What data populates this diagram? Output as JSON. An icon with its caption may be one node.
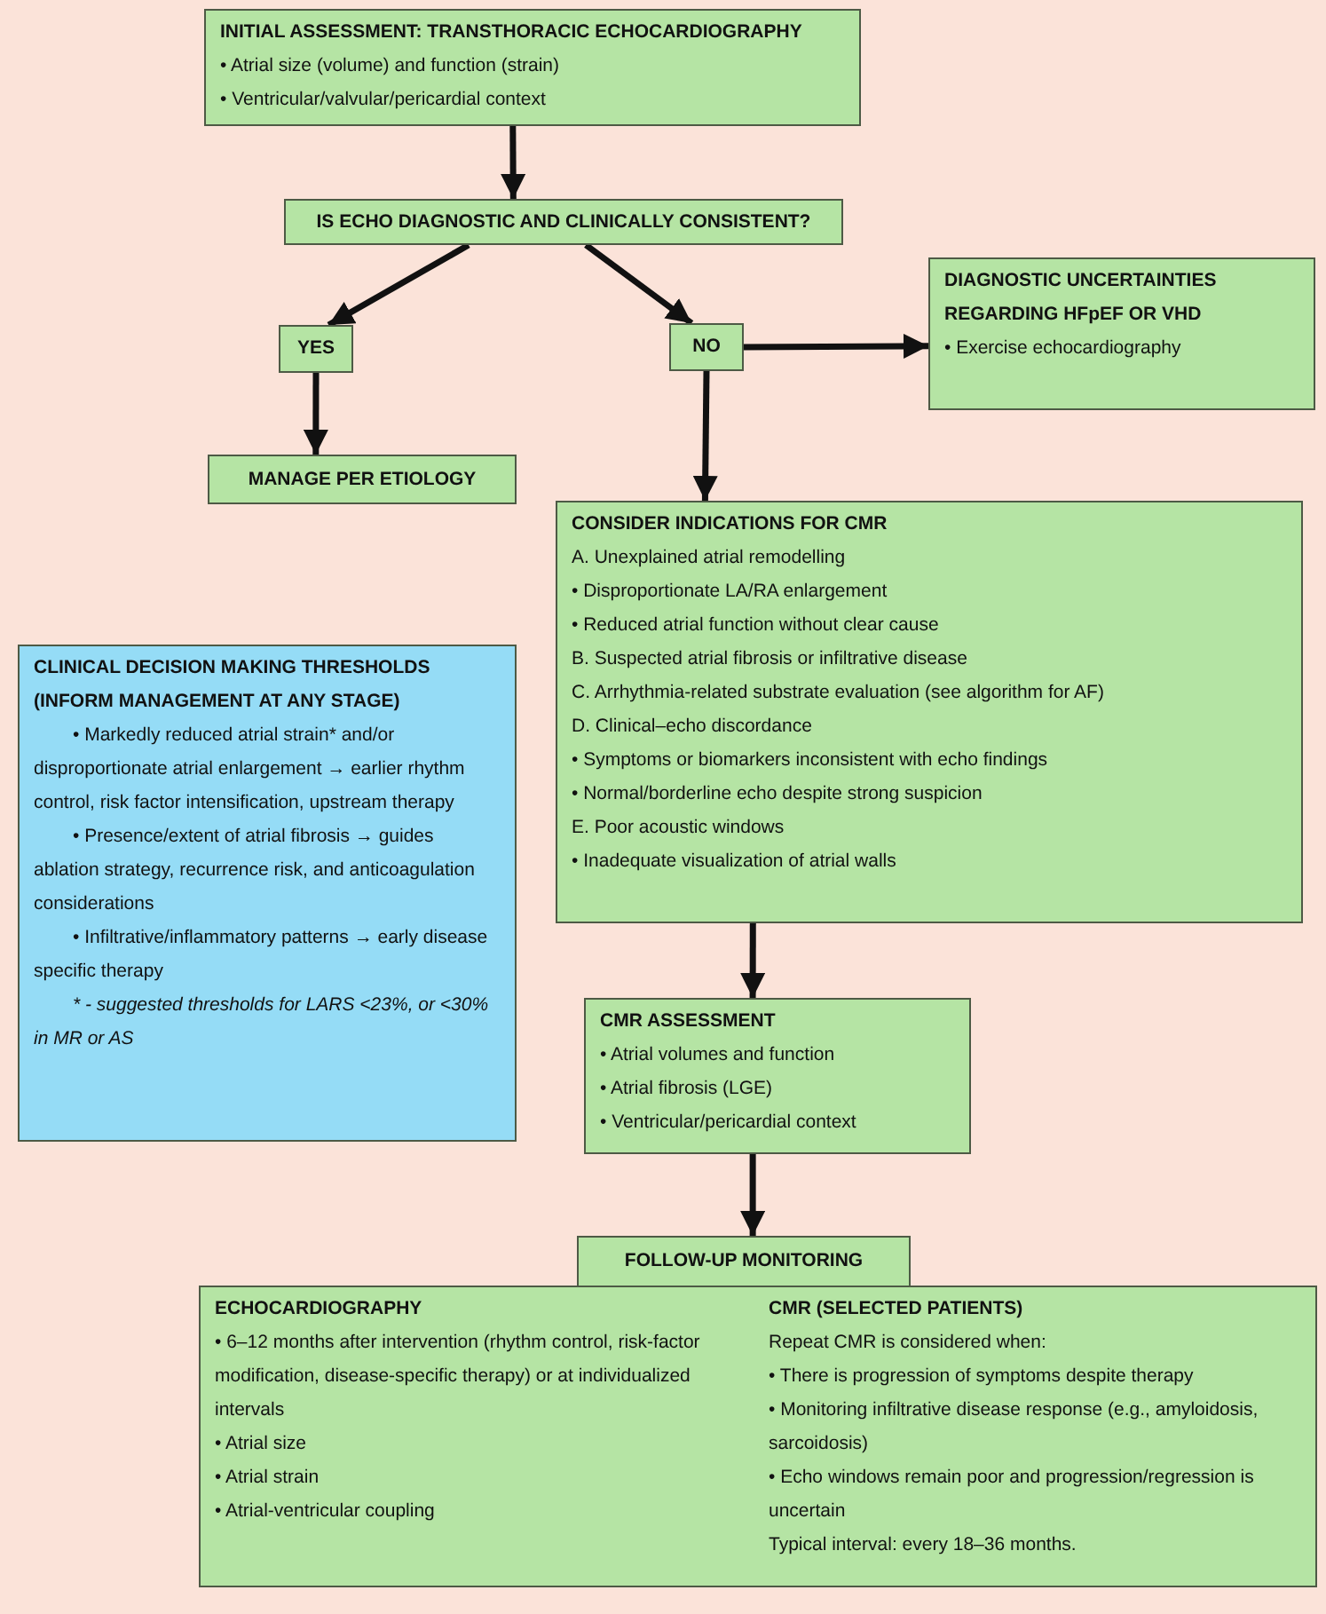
{
  "diagram": {
    "nodes": [
      {
        "text": [
          "INITIAL ASSESSMENT: TRANSTHORACIC ECHOCARDIOGRAPHY",
          "• Atrial size (volume) and function (strain)",
          "• Ventricular/valvular/pericardial context"
        ]
      },
      {
        "text": [
          "IS ECHO DIAGNOSTIC AND CLINICALLY CONSISTENT?"
        ]
      },
      {
        "text": [
          "YES"
        ]
      },
      {
        "text": [
          "NO"
        ]
      },
      {
        "text": [
          "DIAGNOSTIC UNCERTAINTIES REGARDING HFpEF OR VHD",
          "• Exercise echocardiography"
        ]
      },
      {
        "text": [
          "MANAGE PER ETIOLOGY"
        ]
      },
      {
        "text": [
          "CONSIDER INDICATIONS FOR CMR",
          "A. Unexplained atrial remodelling",
          "• Disproportionate LA/RA enlargement",
          "• Reduced atrial function without clear cause",
          "B. Suspected atrial fibrosis or infiltrative disease",
          "C. Arrhythmia-related substrate evaluation (see algorithm for AF)",
          "D. Clinical–echo discordance",
          "• Symptoms or biomarkers inconsistent with echo findings",
          "• Normal/borderline echo despite strong suspicion",
          "E. Poor acoustic windows",
          "• Inadequate visualization of atrial walls"
        ]
      },
      {
        "text": [
          "CLINICAL DECISION MAKING THRESHOLDS (INFORM MANAGEMENT AT ANY STAGE)",
          "• Markedly reduced atrial strain* and/or disproportionate atrial enlargement → earlier rhythm control, risk factor intensification, upstream therapy",
          "• Presence/extent of atrial fibrosis → guides ablation strategy, recurrence risk, and anticoagulation considerations",
          "• Infiltrative/inflammatory patterns → early disease specific therapy",
          "* - suggested thresholds for LARS <23%, or <30% in MR or AS"
        ]
      },
      {
        "text": [
          "CMR ASSESSMENT",
          "• Atrial volumes and function",
          "• Atrial fibrosis (LGE)",
          "• Ventricular/pericardial context"
        ]
      },
      {
        "text": [
          "FOLLOW-UP MONITORING"
        ]
      },
      {
        "text": [
          "ECHOCARDIOGRAPHY",
          "• 6–12 months after intervention (rhythm control, risk-factor modification, disease-specific therapy) or at individualized intervals",
          "• Atrial size",
          "• Atrial strain",
          "• Atrial-ventricular coupling",
          "CMR (SELECTED PATIENTS)",
          "Repeat CMR is considered when:",
          "• There is progression of symptoms despite therapy",
          "• Monitoring infiltrative disease response (e.g., amyloidosis, sarcoidosis)",
          "• Echo windows remain poor and progression/regression is uncertain",
          "Typical interval: every 18–36 months."
        ]
      }
    ],
    "edges": [
      {
        "from": 0,
        "to": 1,
        "arrow": "to"
      },
      {
        "from": 1,
        "to": 2,
        "arrow": "to"
      },
      {
        "from": 1,
        "to": 3,
        "arrow": "to"
      },
      {
        "from": 3,
        "to": 4,
        "arrow": "to"
      },
      {
        "from": 2,
        "to": 5,
        "arrow": "to"
      },
      {
        "from": 3,
        "to": 6,
        "arrow": "to"
      },
      {
        "from": 6,
        "to": 8,
        "arrow": "to"
      },
      {
        "from": 8,
        "to": 9,
        "arrow": "to"
      }
    ]
  }
}
